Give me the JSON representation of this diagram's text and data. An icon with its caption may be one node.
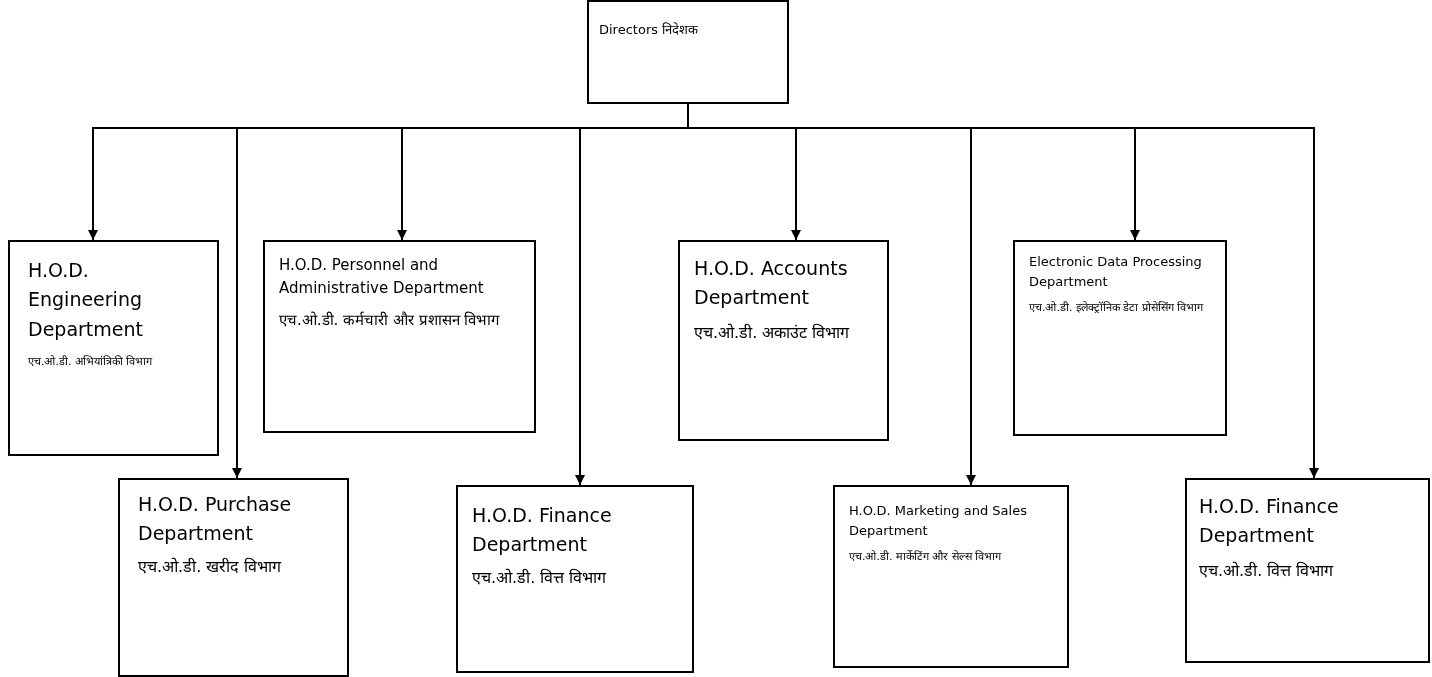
{
  "diagram": {
    "nodes": [
      {
        "text": [
          "Directors निदेशक"
        ]
      },
      {
        "text": [
          "H.O.D. Engineering Department",
          "एच.ओ.डी. अभियांत्रिकी विभाग"
        ]
      },
      {
        "text": [
          "H.O.D. Personnel and Administrative Department",
          "एच.ओ.डी. कर्मचारी और प्रशासन विभाग"
        ]
      },
      {
        "text": [
          "H.O.D. Accounts Department",
          "एच.ओ.डी.  अकाउंट विभाग"
        ]
      },
      {
        "text": [
          "Electronic Data Processing Department",
          "एच.ओ.डी. इलेक्ट्रॉनिक डेटा प्रोसेसिंग विभाग"
        ]
      },
      {
        "text": [
          "H.O.D. Purchase Department",
          "एच.ओ.डी. खरीद विभाग"
        ]
      },
      {
        "text": [
          "H.O.D. Finance Department",
          "एच.ओ.डी. वित्त विभाग"
        ]
      },
      {
        "text": [
          "H.O.D. Marketing and Sales Department",
          "एच.ओ.डी. मार्केटिंग और सेल्स विभाग"
        ]
      },
      {
        "text": [
          "H.O.D. Finance Department",
          "एच.ओ.डी. वित्त विभाग"
        ]
      }
    ],
    "edges": [
      {
        "from": 0,
        "to": 1,
        "arrow": "to"
      },
      {
        "from": 0,
        "to": 5,
        "arrow": "to"
      },
      {
        "from": 0,
        "to": 2,
        "arrow": "to"
      },
      {
        "from": 0,
        "to": 6,
        "arrow": "to"
      },
      {
        "from": 0,
        "to": 3,
        "arrow": "to"
      },
      {
        "from": 0,
        "to": 7,
        "arrow": "to"
      },
      {
        "from": 0,
        "to": 4,
        "arrow": "to"
      },
      {
        "from": 0,
        "to": 8,
        "arrow": "to"
      }
    ]
  }
}
